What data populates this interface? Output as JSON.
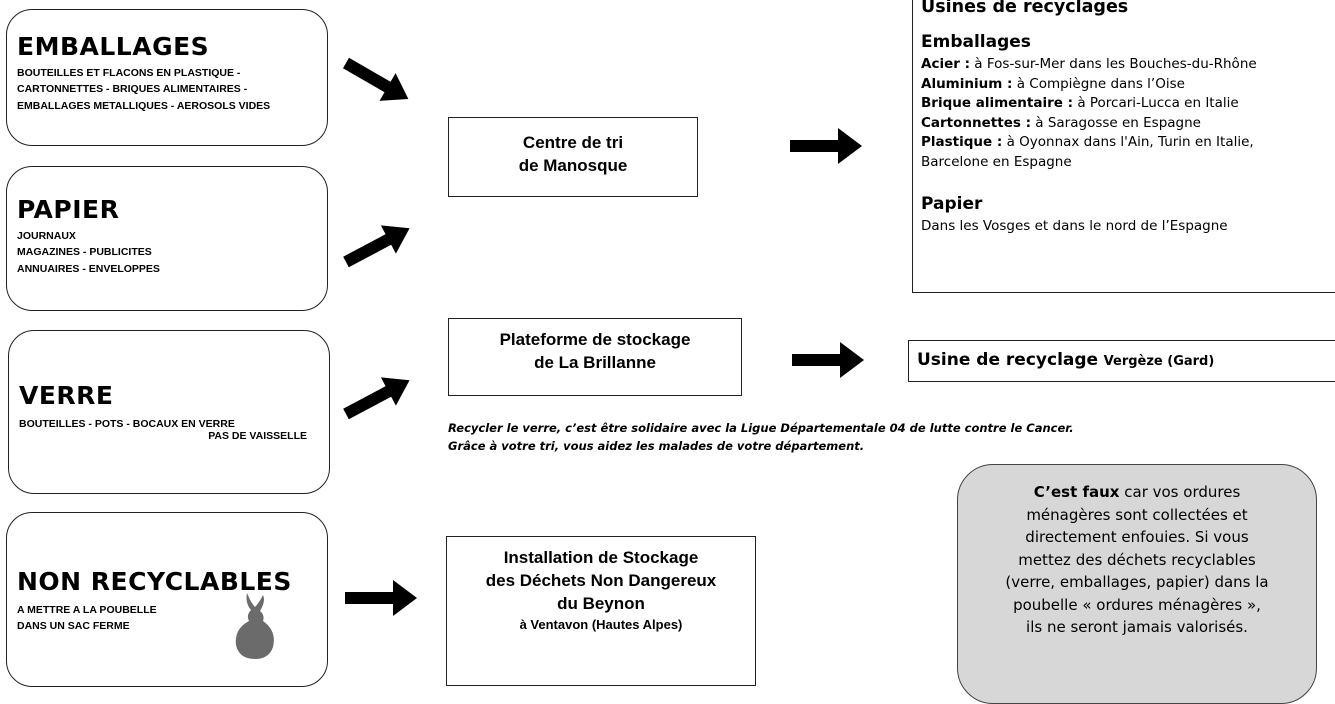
{
  "categories": {
    "emballages": {
      "title": "EMBALLAGES",
      "lines": [
        "Bouteilles et flacons en plastique -",
        "cartonnettes - briques alimentaires -",
        "emballages metalliques - aerosols vides"
      ]
    },
    "papier": {
      "title": "PAPIER",
      "lines": [
        "Journaux",
        "Magazines - publicites",
        "Annuaires - enveloppes"
      ]
    },
    "verre": {
      "title": "VERRE",
      "lines": [
        "Bouteilles - pots - bocaux en verre"
      ],
      "note": "Pas de vaisselle"
    },
    "non_recyclables": {
      "title": "NON RECYCLABLES",
      "lines": [
        "A mettre a la poubelle",
        "dans un sac ferme"
      ],
      "icon": "trash-bag-icon"
    }
  },
  "centers": {
    "tri": {
      "line1": "Centre de tri",
      "line2": "de Manosque"
    },
    "stockage": {
      "line1": "Plateforme de stockage",
      "line2": "de La Brillanne"
    },
    "isdnd": {
      "line1": "Installation de Stockage",
      "line2": "des Déchets Non Dangereux",
      "line3": "du Beynon",
      "line4": "à Ventavon (Hautes Alpes)"
    }
  },
  "usines": {
    "title": "Usines de recyclages",
    "emballages_heading": "Emballages",
    "items": [
      {
        "label": "Acier :",
        "text": "à Fos-sur-Mer dans les Bouches-du-Rhône"
      },
      {
        "label": "Aluminium :",
        "text": "à Compiègne dans l’Oise"
      },
      {
        "label": "Brique alimentaire :",
        "text": "à Porcari-Lucca en Italie"
      },
      {
        "label": "Cartonnettes :",
        "text": "à Saragosse en Espagne"
      },
      {
        "label": "Plastique :",
        "text": "à Oyonnax dans l'Ain, Turin en Italie,"
      }
    ],
    "plastique_cont": "Barcelone en Espagne",
    "papier_heading": "Papier",
    "papier_text": "Dans les Vosges et dans le nord de l’Espagne"
  },
  "verre_usine": {
    "label": "Usine de recyclage",
    "place": "Vergèze (Gard)"
  },
  "verre_note": {
    "line1": "Recycler le verre, c’est être solidaire avec la Ligue Départementale 04 de lutte contre le Cancer.",
    "line2": "Grâce à votre tri, vous aidez les malades de votre département."
  },
  "bubble": {
    "bold": "C’est faux",
    "l1": " car vos ordures",
    "l2": "ménagères sont collectées et",
    "l3": "directement enfouies. Si vous",
    "l4": "mettez des déchets recyclables",
    "l5": "(verre, emballages, papier) dans la",
    "l6": "poubelle « ordures ménagères »,",
    "l7": "ils ne seront jamais valorisés."
  },
  "colors": {
    "bubble_bg": "#d7d7d7",
    "border": "#222222",
    "arrow": "#000000",
    "icon": "#6b6b6b"
  }
}
